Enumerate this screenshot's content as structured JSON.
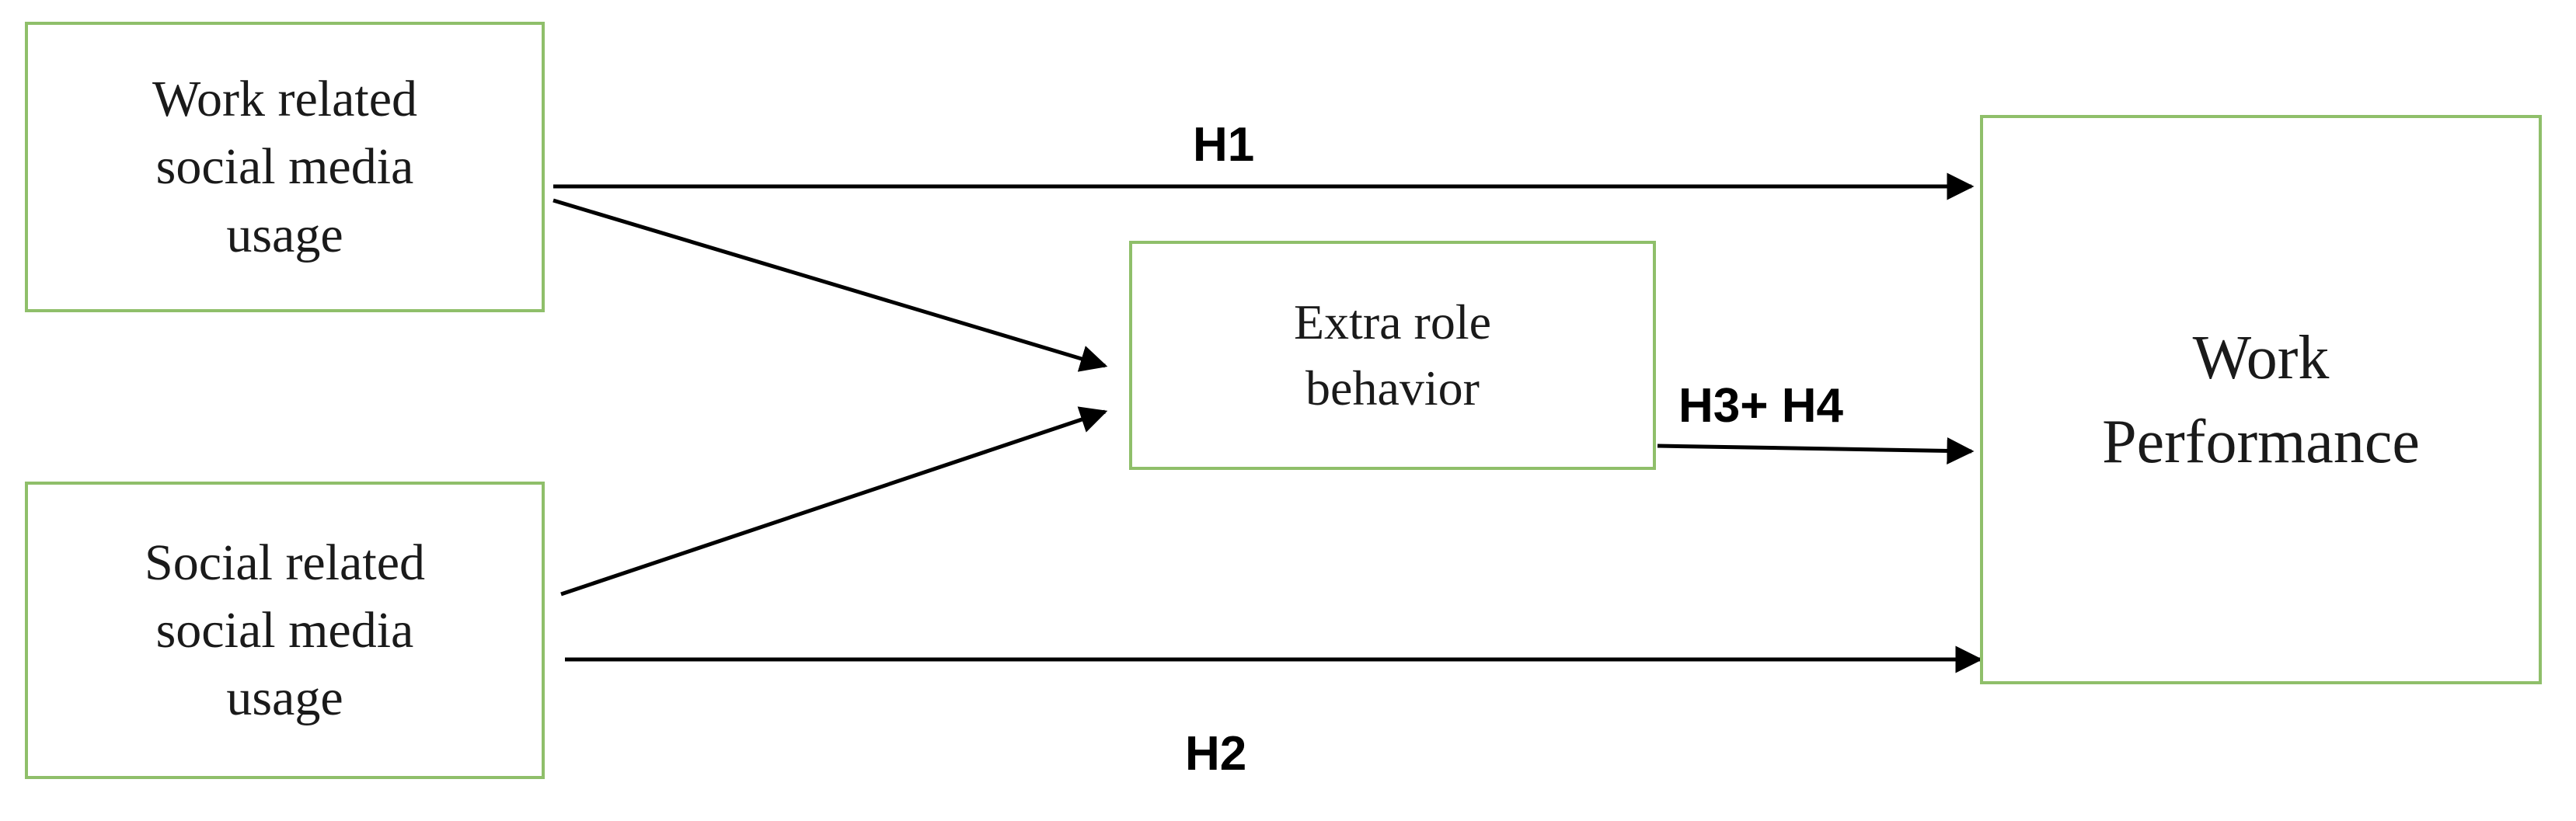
{
  "diagram": {
    "nodes": {
      "work_related": {
        "label": "Work related\nsocial media\nusage"
      },
      "social_related": {
        "label": "Social related\nsocial media\nusage"
      },
      "extra_role": {
        "label": "Extra role\nbehavior"
      },
      "work_performance": {
        "label": "Work\nPerformance"
      }
    },
    "hypotheses": {
      "h1": "H1",
      "h2": "H2",
      "h3_h4": "H3+ H4"
    },
    "edges": [
      {
        "from": "work_related",
        "to": "work_performance",
        "label": "H1"
      },
      {
        "from": "work_related",
        "to": "extra_role"
      },
      {
        "from": "social_related",
        "to": "extra_role"
      },
      {
        "from": "social_related",
        "to": "work_performance",
        "label": "H2"
      },
      {
        "from": "extra_role",
        "to": "work_performance",
        "label": "H3+ H4"
      }
    ],
    "colors": {
      "box_border": "#8fbf6a",
      "arrow": "#000000",
      "text": "#1a1a1a"
    }
  }
}
